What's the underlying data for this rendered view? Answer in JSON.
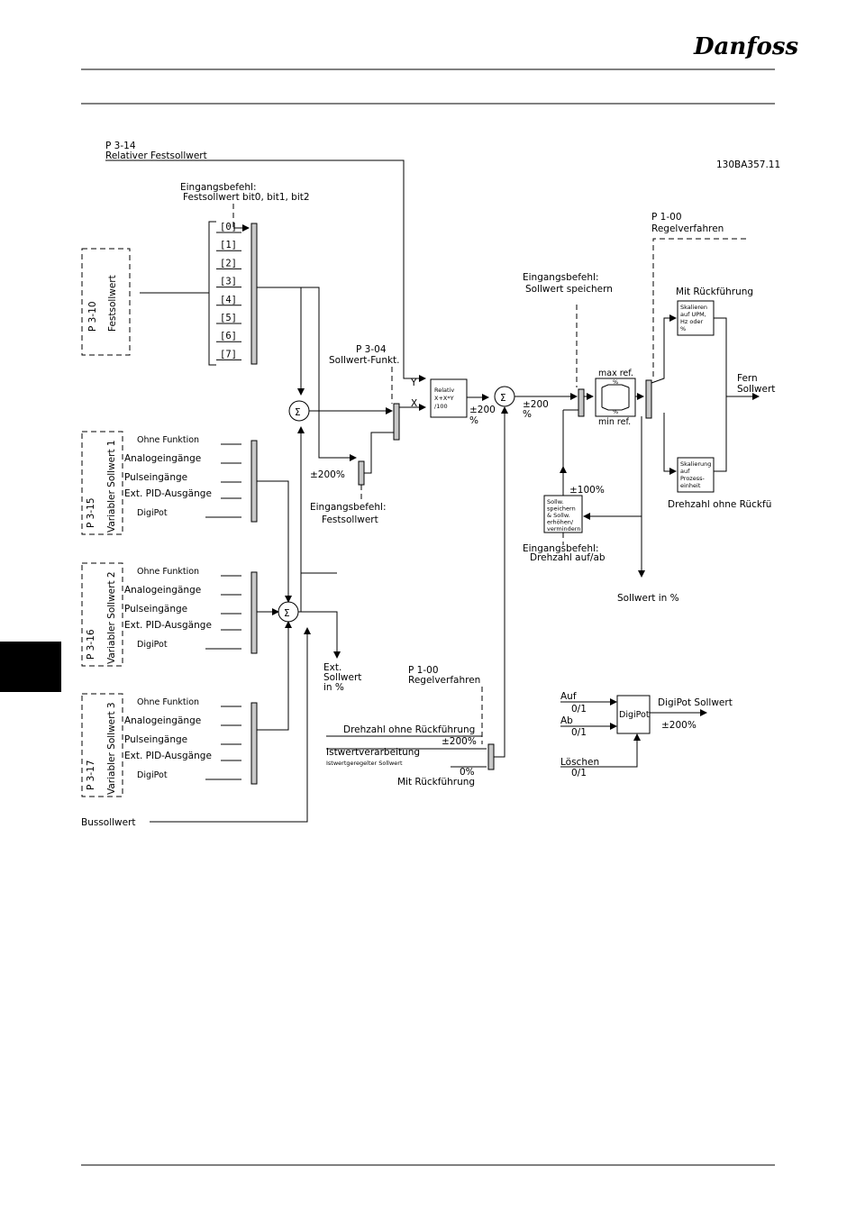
{
  "brand": "Danfoss",
  "doc_id": "130BA357.11",
  "labels": {
    "p314": "P 3-14",
    "rel_preset": "Relativer Festsollwert",
    "inp_cmd_bits_1": "Eingangsbefehl:",
    "inp_cmd_bits_2": "Festsollwert bit0, bit1, bit2",
    "p310": "P 3-10",
    "festsollwert": "Festsollwert",
    "presets": [
      "[0]",
      "[1]",
      "[2]",
      "[3]",
      "[4]",
      "[5]",
      "[6]",
      "[7]"
    ],
    "p304": "P 3-04",
    "ref_func": "Sollwert-Funkt.",
    "y": "Y",
    "x": "X",
    "rel_box": [
      "Relativ",
      "X+X*Y",
      "/100"
    ],
    "pm200_a": "±200",
    "pct_a": "%",
    "pm200_b": "±200",
    "pct_b": "%",
    "pm200_pct": "±200%",
    "inp_cmd_fest_1": "Eingangsbefehl:",
    "inp_cmd_fest_2": "Festsollwert",
    "p315": "P 3-15",
    "p316": "P 3-16",
    "p317": "P 3-17",
    "var1": "Variabler Sollwert 1",
    "var2": "Variabler Sollwert 2",
    "var3": "Variabler Sollwert 3",
    "var_options": [
      "Ohne Funktion",
      "Analogeingänge",
      "Pulseingänge",
      "Ext. PID-Ausgänge",
      "DigiPot"
    ],
    "ext_ref": [
      "Ext.",
      "Sollwert",
      "in %"
    ],
    "bus_ref": "Bussollwert",
    "p100_a": "P 1-00",
    "config_mode_a": "Regelverfahren",
    "inp_cmd_freeze_1": "Eingangsbefehl:",
    "inp_cmd_freeze_2": "Sollwert speichern",
    "max_ref": "max ref.",
    "min_ref": "min ref.",
    "pct_sym": "%",
    "closed_loop": "Mit Rückführung",
    "scale_rpm": [
      "Skalieren",
      "auf UPM,",
      "Hz oder",
      "%"
    ],
    "scale_proc": [
      "Skalierung",
      "auf",
      "Prozess-",
      "einheit"
    ],
    "remote_ref": [
      "Fern",
      "Sollwert"
    ],
    "open_loop_speed": "Drehzahl ohne Rückfü",
    "pm100": "±100%",
    "freeze_box": [
      "Sollw.",
      "speichern",
      "& Sollw.",
      "erhöhen/",
      "vermindern"
    ],
    "inp_cmd_speed_1": "Eingangsbefehl:",
    "inp_cmd_speed_2": "Drehzahl auf/ab",
    "ref_pct": "Sollwert in %",
    "p100_b": "P 1-00",
    "config_mode_b": "Regelverfahren",
    "open_loop_full": "Drehzahl ohne Rückführung",
    "pm200_c": "±200%",
    "fb_handling": "Istwertverarbeitung",
    "fb_sub": "Istwertgeregelter Sollwert",
    "zero_pct": "0%",
    "closed_loop_b": "Mit Rückführung",
    "dp_up": "Auf",
    "dp_up_val": "0/1",
    "dp_down": "Ab",
    "dp_down_val": "0/1",
    "dp_box": "DigiPot",
    "dp_ref": "DigiPot Sollwert",
    "dp_pm200": "±200%",
    "dp_clear": "Löschen",
    "dp_clear_val": "0/1",
    "sigma": "Σ"
  }
}
